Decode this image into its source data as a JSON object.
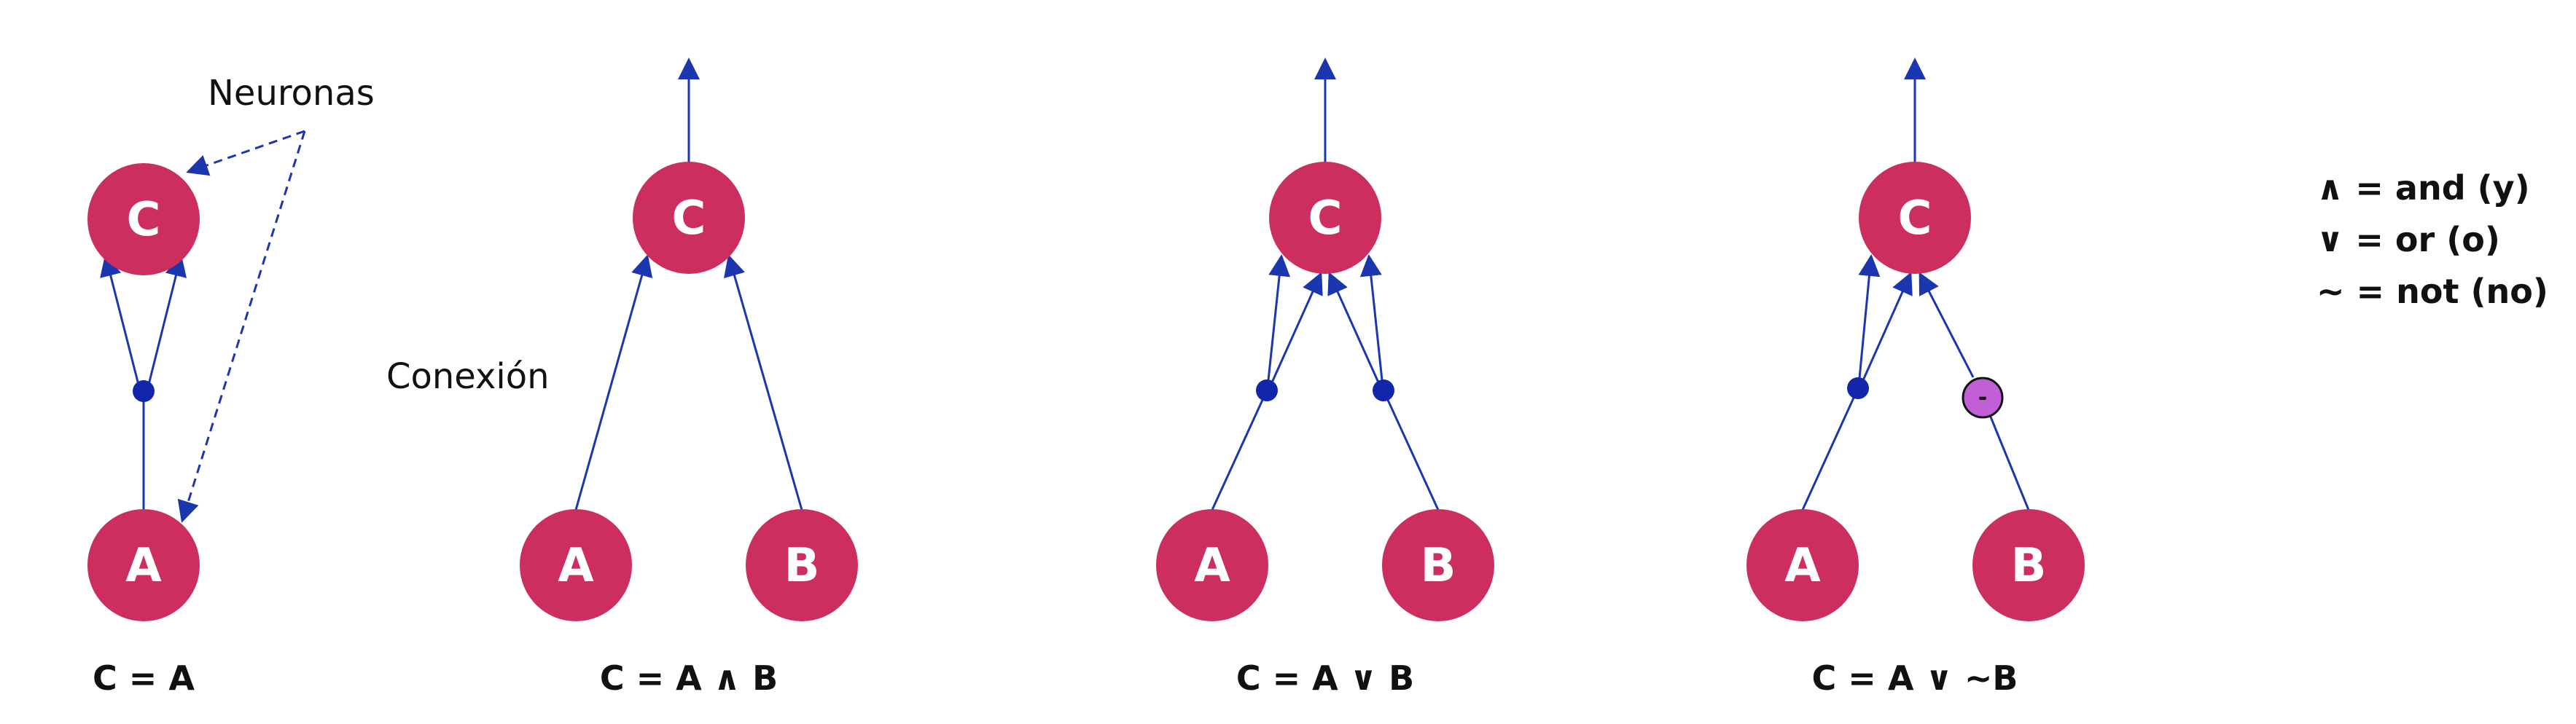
{
  "colors": {
    "neuron": "#cc2e5e",
    "edge": "#1c36b0",
    "junction": "#1226ab",
    "inhibitor": "#c15fd6",
    "text": "#111111"
  },
  "annotations": {
    "neuronas": "Neuronas",
    "conexion": "Conexión"
  },
  "diagrams": [
    {
      "caption": "C = A",
      "nodes": {
        "c": "C",
        "a": "A"
      }
    },
    {
      "caption": "C = A ∧ B",
      "nodes": {
        "c": "C",
        "a": "A",
        "b": "B"
      }
    },
    {
      "caption": "C = A ∨ B",
      "nodes": {
        "c": "C",
        "a": "A",
        "b": "B"
      }
    },
    {
      "caption": "C = A ∨ ~B",
      "nodes": {
        "c": "C",
        "a": "A",
        "b": "B"
      },
      "inhibitor_symbol": "-"
    }
  ],
  "legend": [
    "∧ = and (y)",
    "∨ = or (o)",
    "~ = not (no)"
  ]
}
